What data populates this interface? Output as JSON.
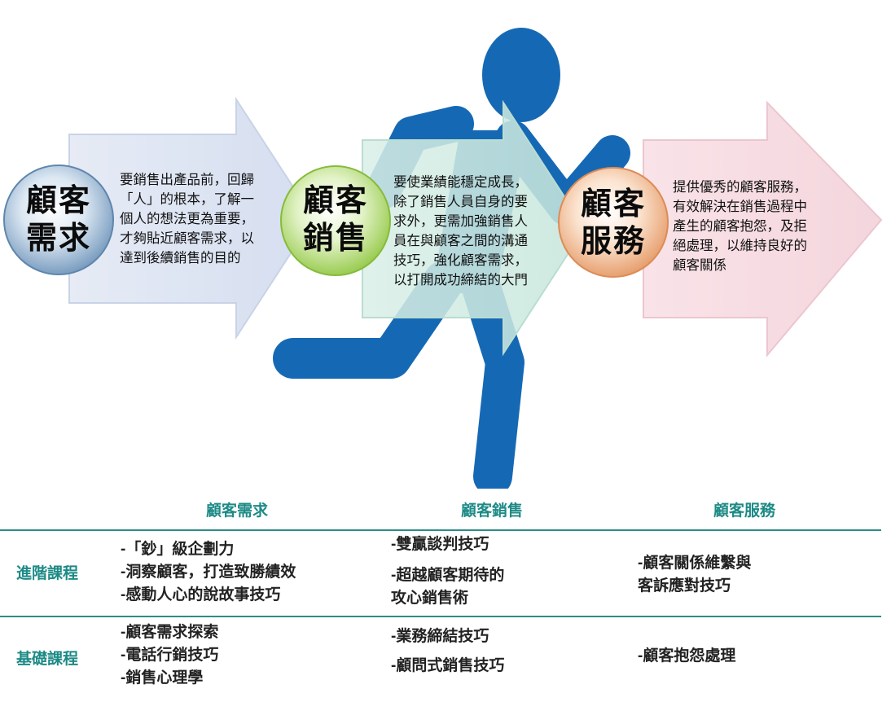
{
  "stages": [
    {
      "title_lines": [
        "顧客",
        "需求"
      ],
      "description_lines": [
        "要銷售出產品前，回歸",
        "「人」的根本，了解一",
        "個人的想法更為重要，",
        "才夠貼近顧客需求，以",
        "達到後續銷售的目的"
      ],
      "colors": {
        "arrow": "#dde4f1",
        "circle_outer": "#6b91b8",
        "circle_inner": "#d9e7f3"
      }
    },
    {
      "title_lines": [
        "顧客",
        "銷售"
      ],
      "description_lines": [
        "要使業績能穩定成長，",
        "除了銷售人員自身的要",
        "求外，更需加強銷售人",
        "員在與顧客之間的溝通",
        "技巧，強化顧客需求，",
        "以打開成功締結的大門"
      ],
      "colors": {
        "arrow": "#cfe9e1",
        "circle_outer": "#8fc640",
        "circle_inner": "#e3f3c8"
      }
    },
    {
      "title_lines": [
        "顧客",
        "服務"
      ],
      "description_lines": [
        "提供優秀的顧客服務，",
        "有效解決在銷售過程中",
        "產生的顧客抱怨，及拒",
        "絕處理，以維持良好的",
        "顧客關係"
      ],
      "colors": {
        "arrow": "#f7dde3",
        "circle_outer": "#e49560",
        "circle_inner": "#fbe3cf"
      }
    }
  ],
  "runner_color": "#1569b4",
  "table": {
    "columns": [
      "顧客需求",
      "顧客銷售",
      "顧客服務"
    ],
    "rows": [
      {
        "label": "進階課程",
        "cells": [
          [
            "-「鈔」級企劃力",
            "-洞察顧客，打造致勝績效",
            "-感動人心的說故事技巧"
          ],
          [
            "-雙贏談判技巧",
            "-超越顧客期待的",
            " 攻心銷售術"
          ],
          [
            "-顧客關係維繫與",
            " 客訴應對技巧"
          ]
        ]
      },
      {
        "label": "基礎課程",
        "cells": [
          [
            "-顧客需求探索",
            "-電話行銷技巧",
            "-銷售心理學"
          ],
          [
            "-業務締結技巧",
            "-顧問式銷售技巧"
          ],
          [
            "-顧客抱怨處理"
          ]
        ]
      }
    ],
    "colors": {
      "header_text": "#1d8a86",
      "rule": "#2c8c86"
    }
  }
}
